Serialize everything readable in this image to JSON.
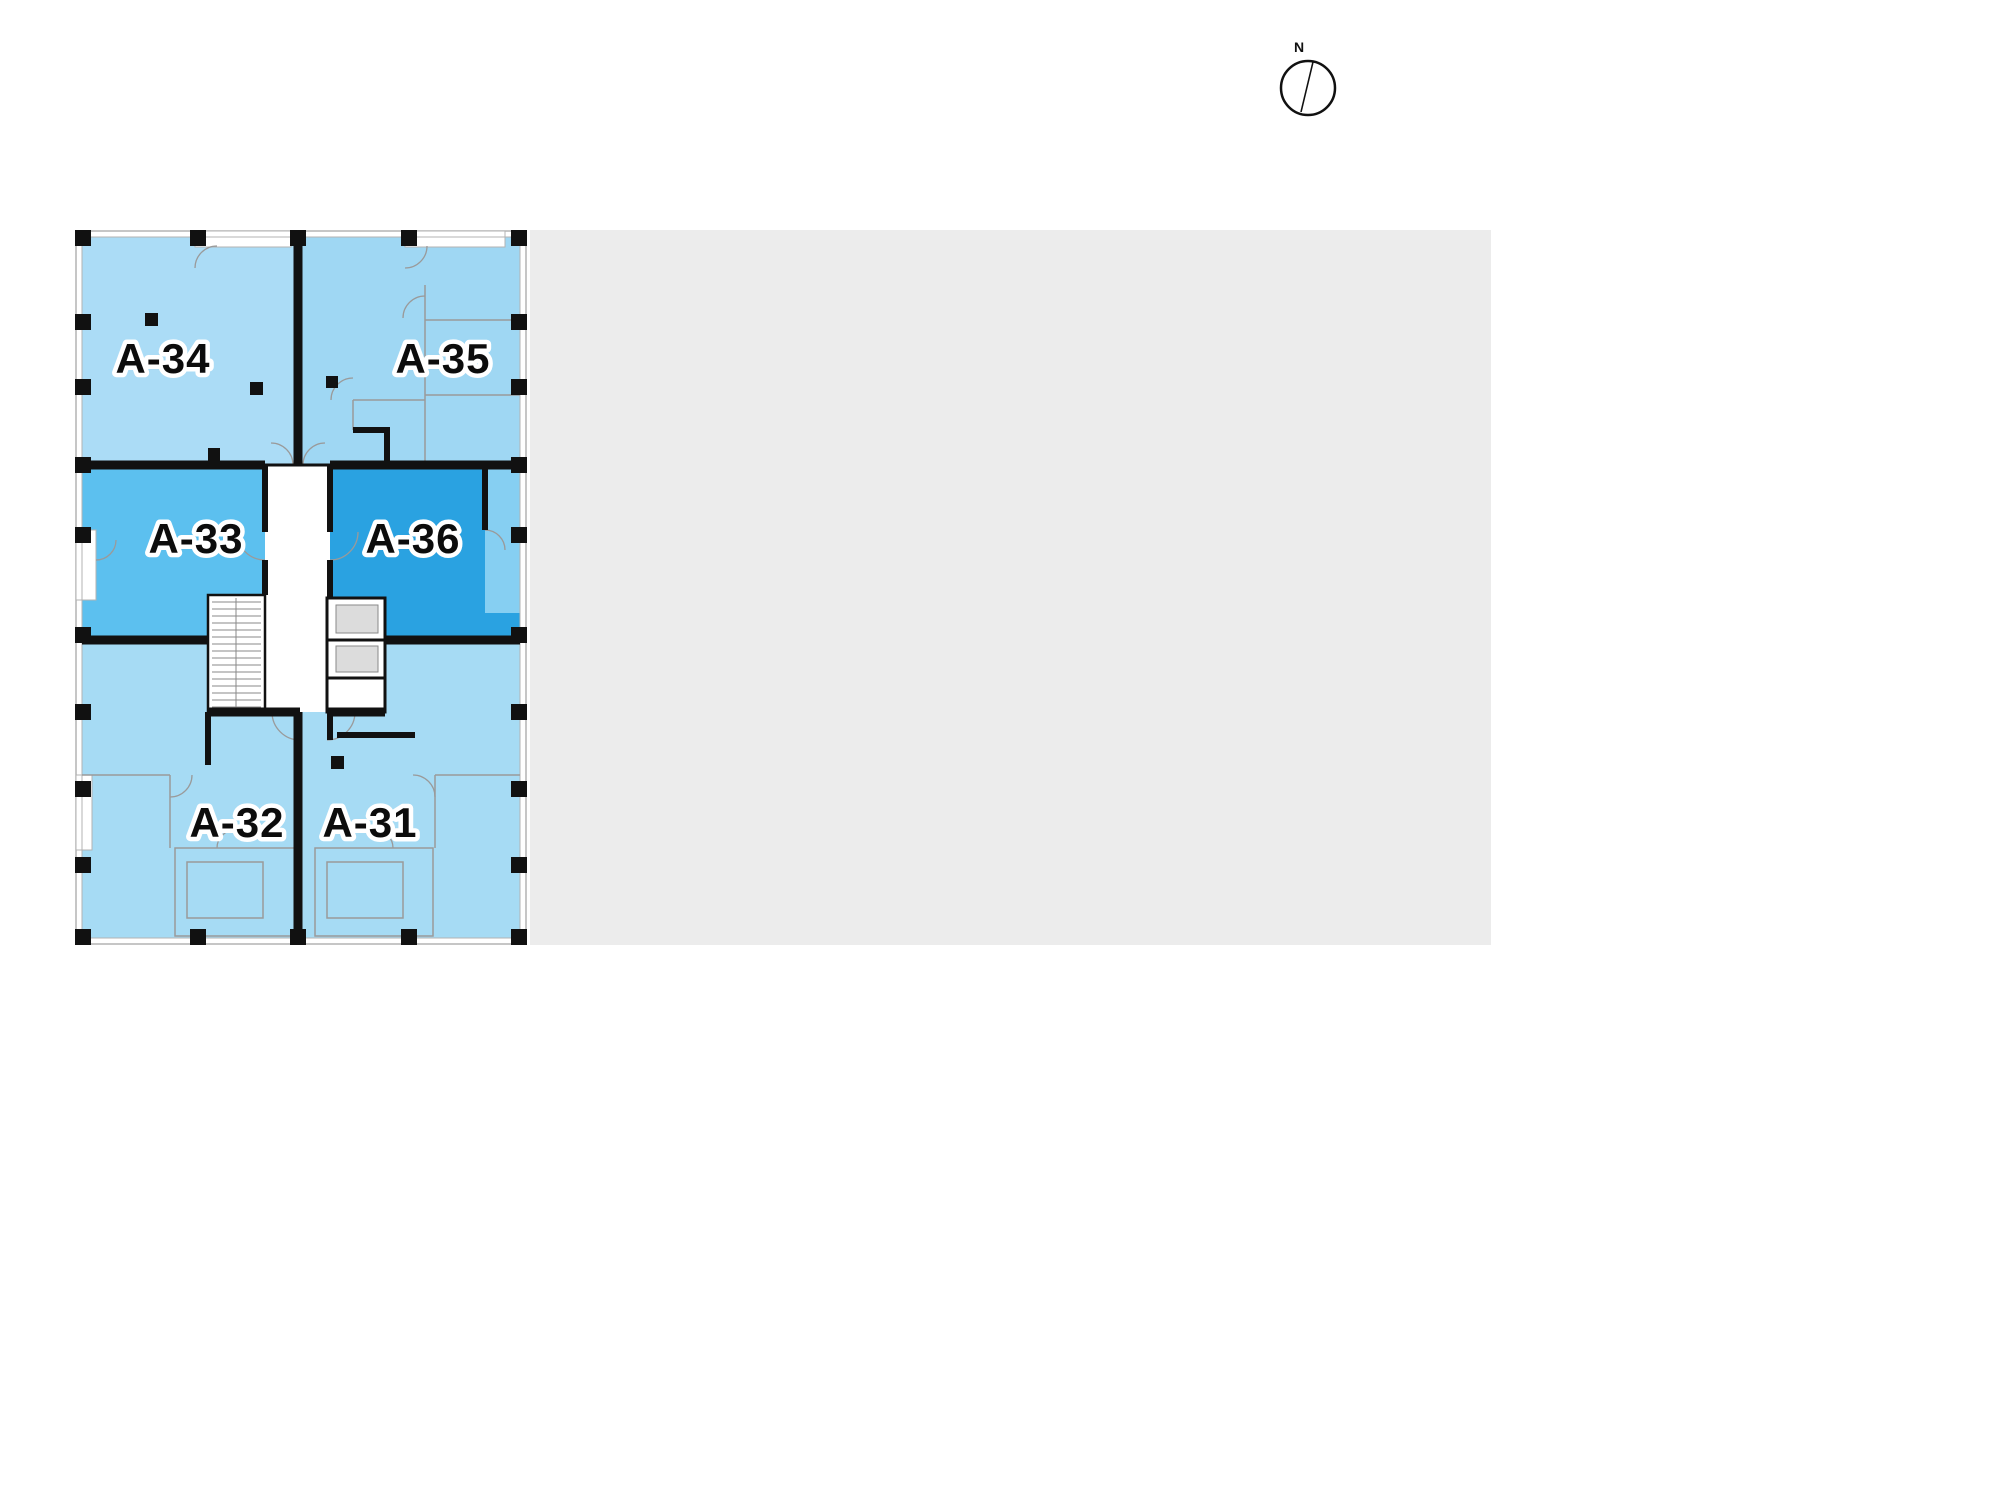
{
  "compass": {
    "north_label": "N"
  },
  "panel": {
    "background": "#ececec"
  },
  "plan": {
    "outline_color": "#111111",
    "partition_color": "#9a9a9a",
    "balcony_color": "#86cff2",
    "units": [
      {
        "id": "A-34",
        "label": "A-34",
        "color": "#abdcf6"
      },
      {
        "id": "A-35",
        "label": "A-35",
        "color": "#9fd7f3"
      },
      {
        "id": "A-33",
        "label": "A-33",
        "color": "#5cc0ef"
      },
      {
        "id": "A-36",
        "label": "A-36",
        "color": "#2aa2e1"
      },
      {
        "id": "A-32",
        "label": "A-32",
        "color": "#a6dbf4"
      },
      {
        "id": "A-31",
        "label": "A-31",
        "color": "#a6dbf4"
      }
    ]
  }
}
